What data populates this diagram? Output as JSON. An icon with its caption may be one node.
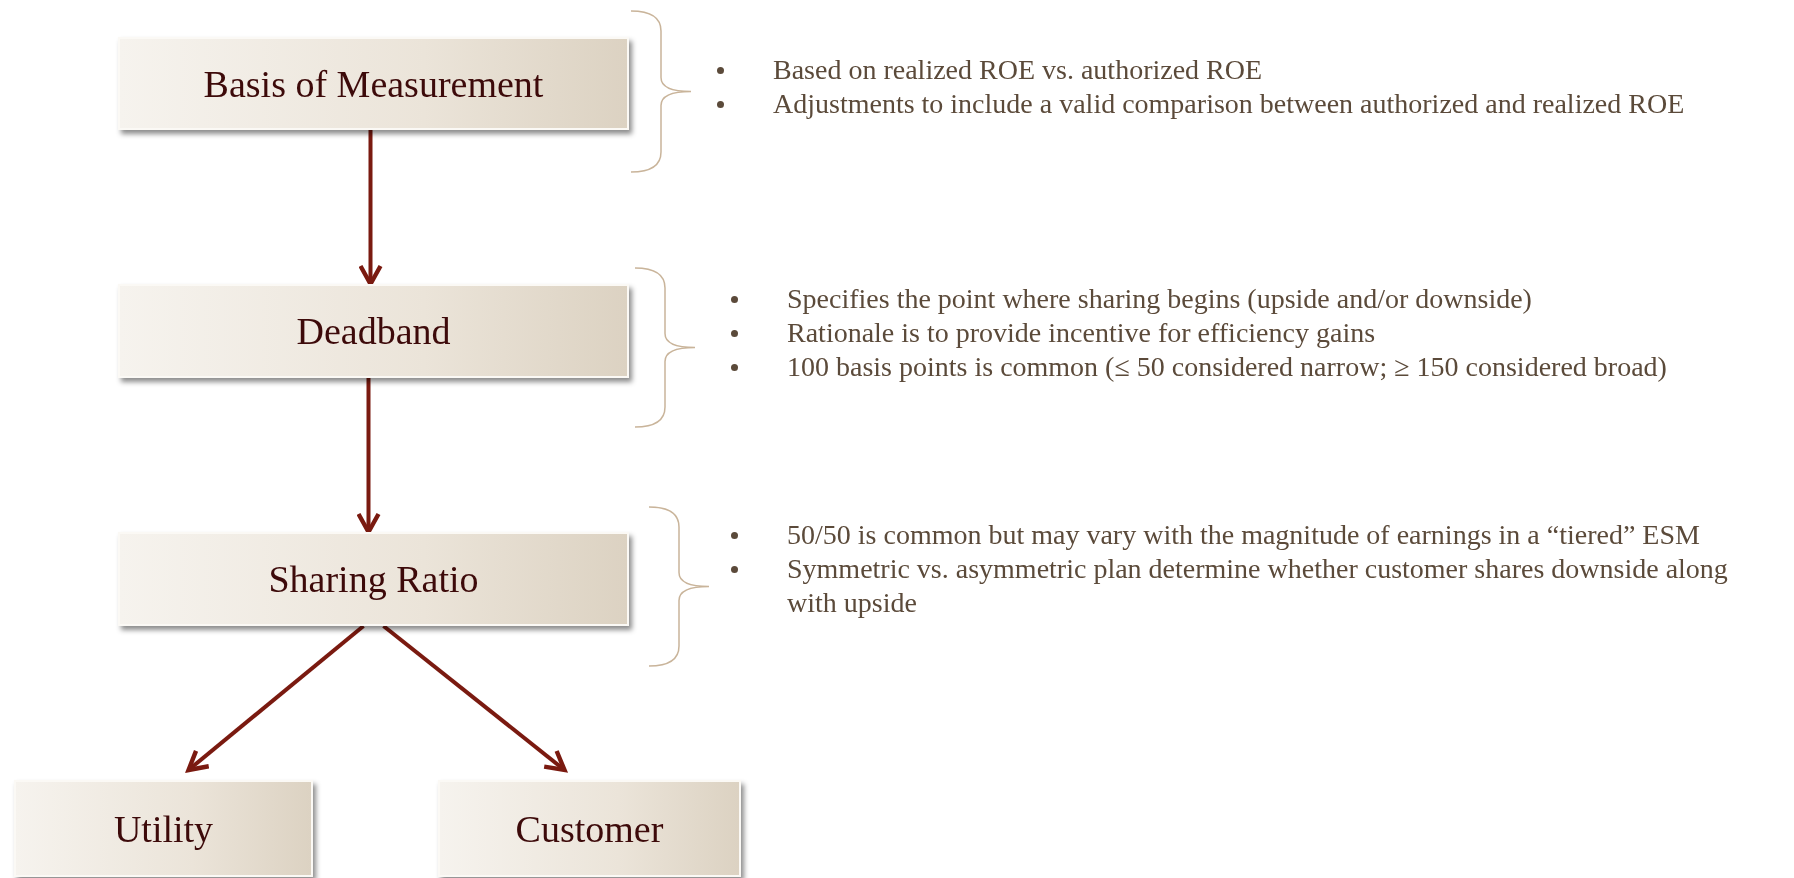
{
  "diagram": {
    "nodes": [
      {
        "text": [
          "Basis of Measurement"
        ],
        "beside": [
          "Based on realized ROE vs. authorized ROE",
          "Adjustments to include a valid comparison between authorized and realized ROE"
        ]
      },
      {
        "text": [
          "Deadband"
        ],
        "beside": [
          "Specifies the point where sharing begins (upside and/or downside)",
          "Rationale is to provide incentive for efficiency gains",
          "100 basis points is common (≤ 50 considered narrow; ≥ 150 considered broad)"
        ]
      },
      {
        "text": [
          "Sharing Ratio"
        ],
        "beside": [
          "50/50 is common but may vary with the magnitude of earnings in a “tiered” ESM",
          "Symmetric vs. asymmetric plan determine whether customer shares downside along with upside"
        ]
      },
      {
        "text": [
          "Utility"
        ]
      },
      {
        "text": [
          "Customer"
        ]
      }
    ],
    "edges": [
      {
        "from": 0,
        "to": 1,
        "arrow": "to"
      },
      {
        "from": 1,
        "to": 2,
        "arrow": "to"
      },
      {
        "from": 2,
        "to": 3,
        "arrow": "to"
      },
      {
        "from": 2,
        "to": 4,
        "arrow": "to"
      }
    ]
  }
}
